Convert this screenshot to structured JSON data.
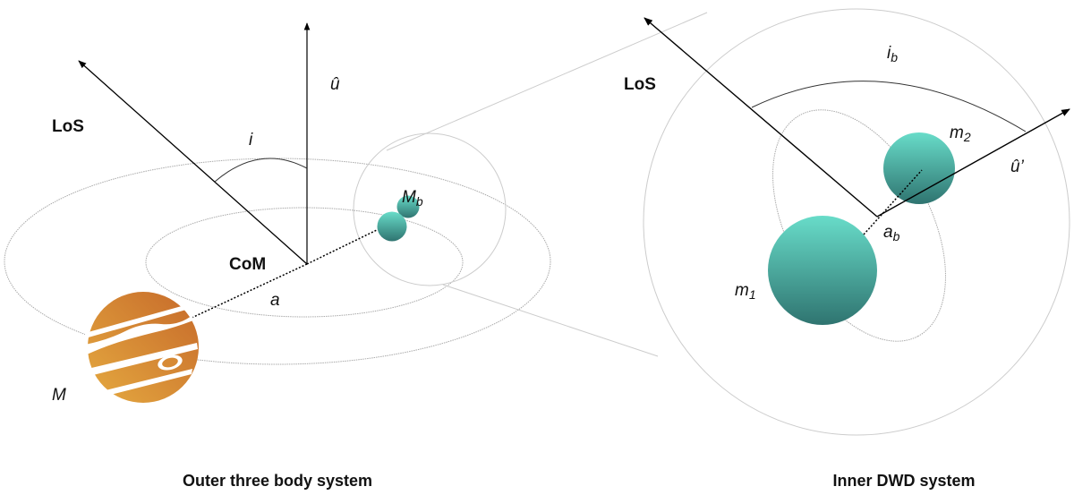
{
  "left_panel": {
    "title": "Outer three body system",
    "los_label": "LoS",
    "u_label": "û",
    "angle_label": "i",
    "com_label": "CoM",
    "separation_label": "a",
    "mass_label": "M",
    "binary_mass_label": "M",
    "binary_mass_sub": "b"
  },
  "right_panel": {
    "title": "Inner DWD system",
    "los_label": "LoS",
    "u_label": "û’",
    "angle_label": "i",
    "angle_sub": "b",
    "separation_label": "a",
    "separation_sub": "b",
    "m1_label": "m",
    "m1_sub": "1",
    "m2_label": "m",
    "m2_sub": "2"
  },
  "colors": {
    "sphere_top": "#66dcc8",
    "sphere_bottom": "#2f7570",
    "planet_light": "#e3a63c",
    "planet_dark": "#c8702a"
  }
}
